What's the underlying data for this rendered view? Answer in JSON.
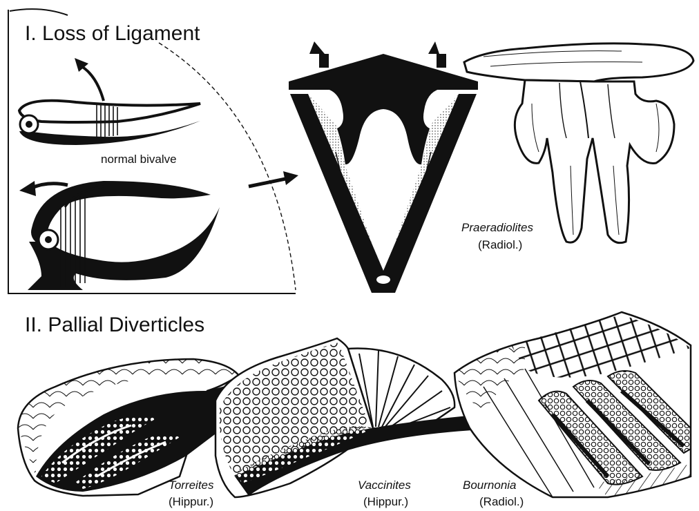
{
  "section1": {
    "title": "I. Loss of Ligament",
    "normal_label": "normal bivalve",
    "praeradiolites": {
      "genus": "Praeradiolites",
      "family": "(Radiol.)"
    }
  },
  "section2": {
    "title": "II. Pallial Diverticles",
    "torreites": {
      "genus": "Torreites",
      "family": "(Hippur.)"
    },
    "vaccinites": {
      "genus": "Vaccinites",
      "family": "(Hippur.)"
    },
    "bournonia": {
      "genus": "Bournonia",
      "family": "(Radiol.)"
    }
  }
}
